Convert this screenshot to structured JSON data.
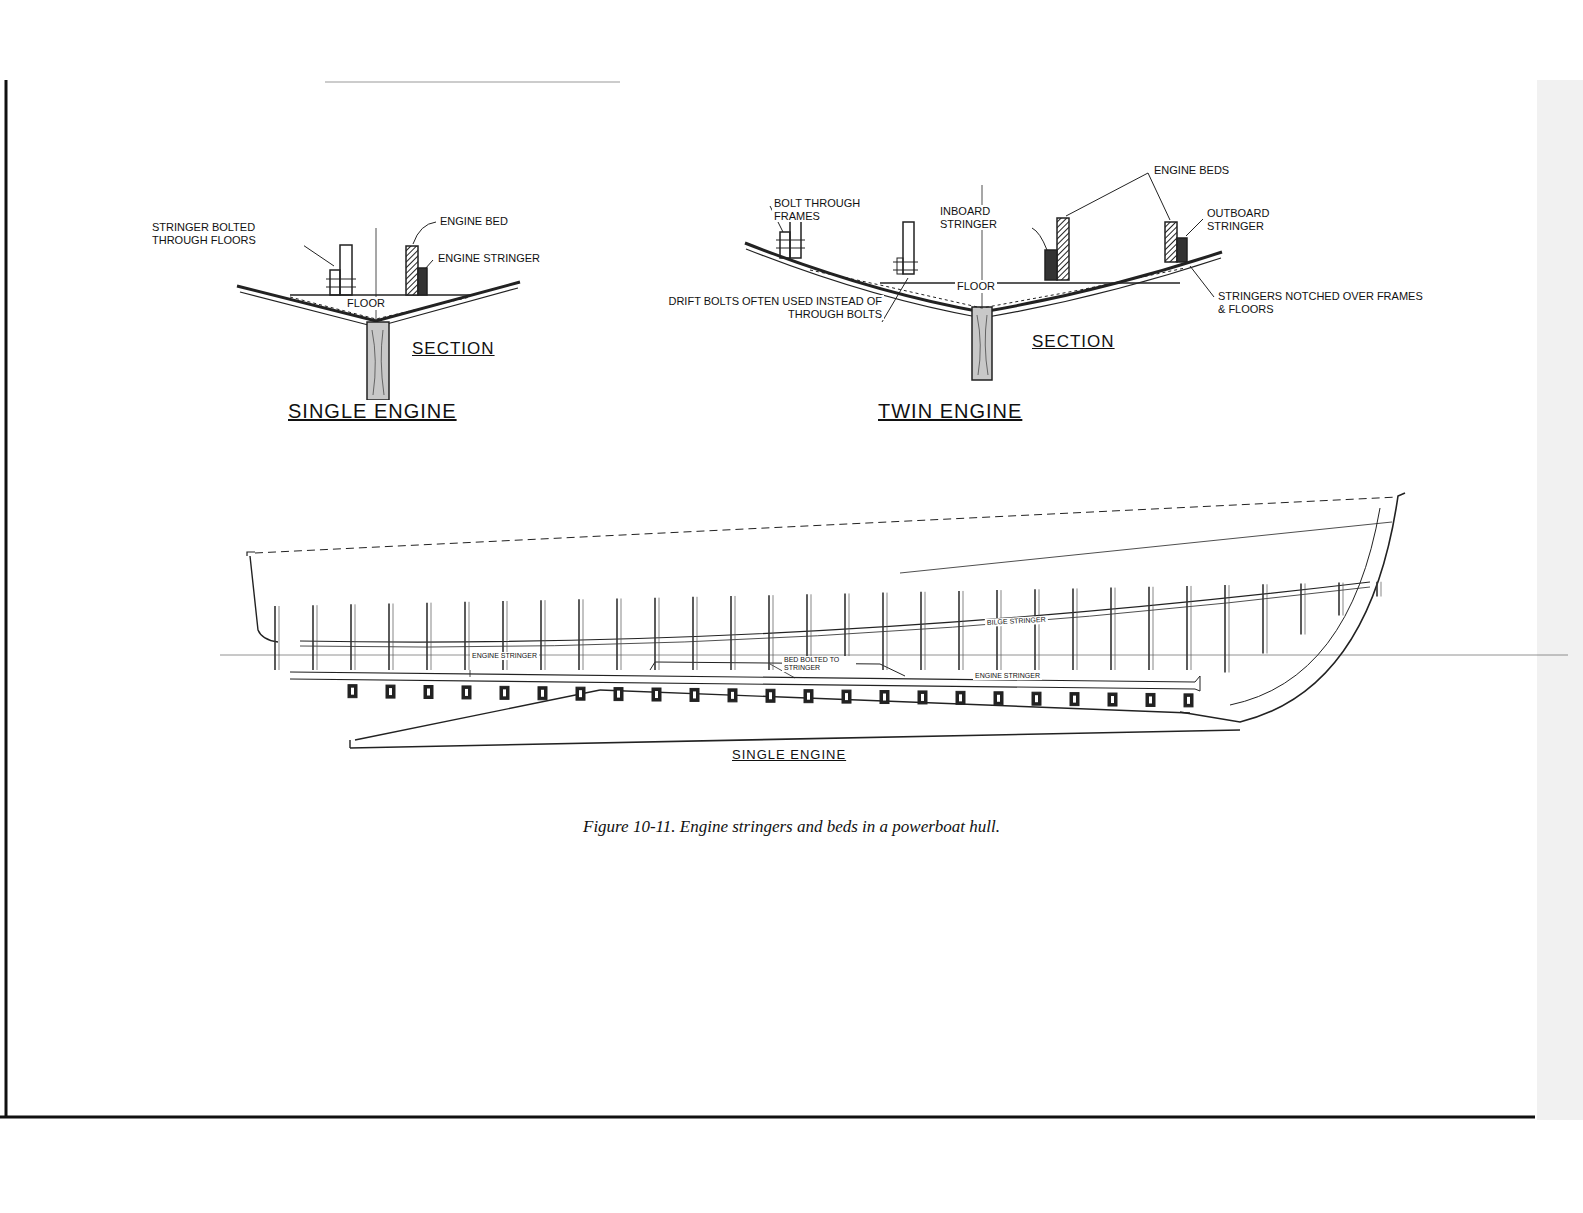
{
  "diagram": {
    "caption": "Figure 10-11. Engine stringers and beds in a powerboat hull.",
    "labels": [
      "STRINGER BOLTED THROUGH FLOORS",
      "ENGINE BED",
      "ENGINE STRINGER",
      "FLOOR",
      "SECTION",
      "SINGLE ENGINE",
      "BOLT THROUGH FRAMES",
      "INBOARD STRINGER",
      "ENGINE BEDS",
      "OUTBOARD STRINGER",
      "FLOOR",
      "DRIFT BOLTS OFTEN USED INSTEAD OF THROUGH BOLTS",
      "STRINGERS NOTCHED OVER FRAMES & FLOORS",
      "SECTION",
      "TWIN ENGINE",
      "ENGINE STRINGER",
      "BILGE STRINGER",
      "BED BOLTED TO STRINGER",
      "ENGINE STRINGER",
      "SINGLE ENGINE"
    ]
  }
}
